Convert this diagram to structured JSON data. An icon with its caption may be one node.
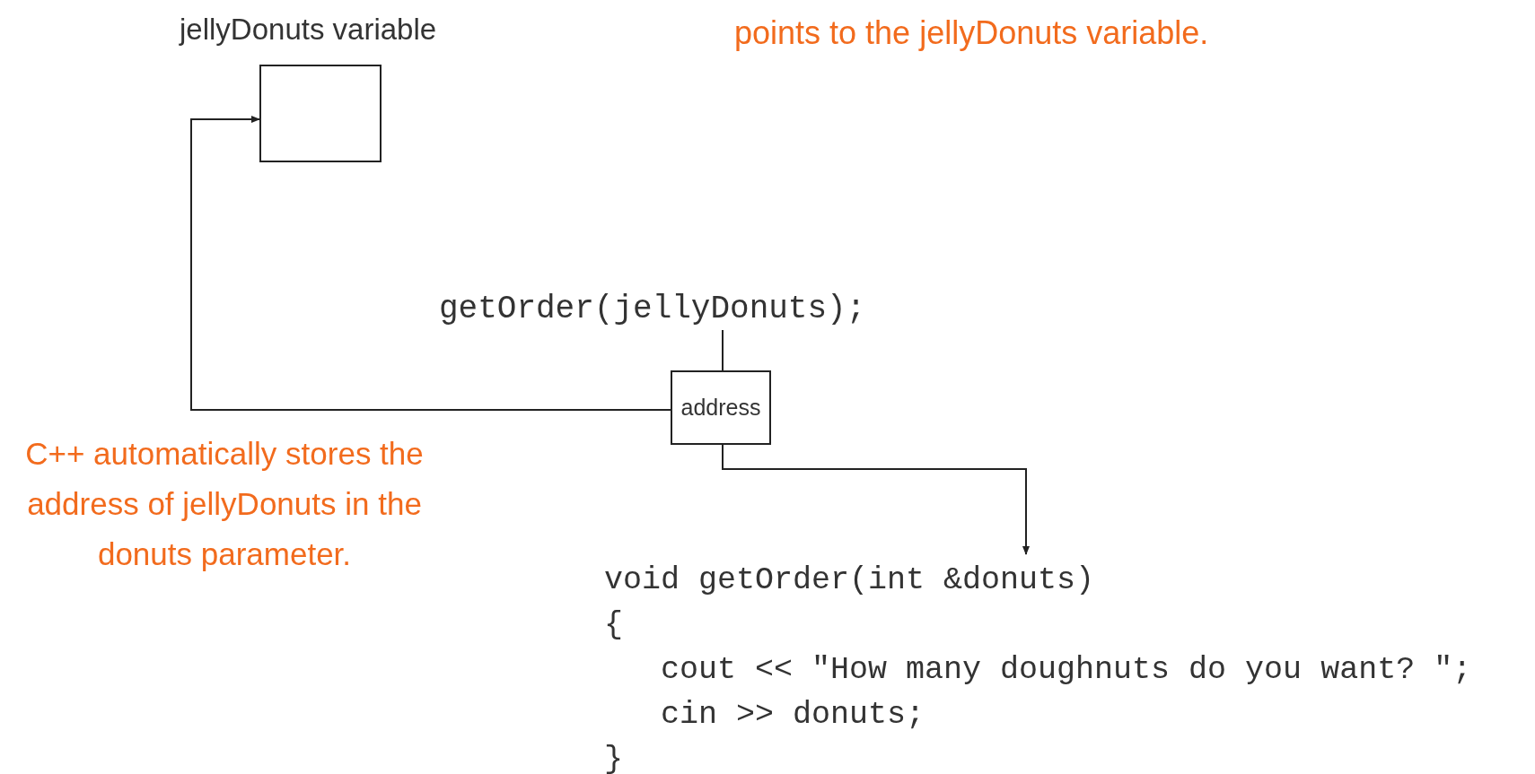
{
  "diagram": {
    "nodes": [
      {
        "text": [
          "jellyDonuts variable"
        ]
      },
      {
        "text": [
          "getOrder(jellyDonuts);"
        ]
      },
      {
        "text": [
          "address"
        ]
      },
      {
        "text": [
          "void getOrder(int &donuts)",
          "{",
          "   cout << \"How many doughnuts do you want? \";",
          "   cin >> donuts;",
          "}"
        ]
      }
    ],
    "edges": [
      {
        "from": 1,
        "to": 2,
        "arrow": "none"
      },
      {
        "from": 2,
        "to": 0,
        "arrow": "to"
      },
      {
        "from": 2,
        "to": 3,
        "arrow": "to"
      }
    ],
    "labels": [
      "points to the jellyDonuts variable.",
      "C++ automatically stores the address of jellyDonuts in the donuts parameter."
    ]
  }
}
